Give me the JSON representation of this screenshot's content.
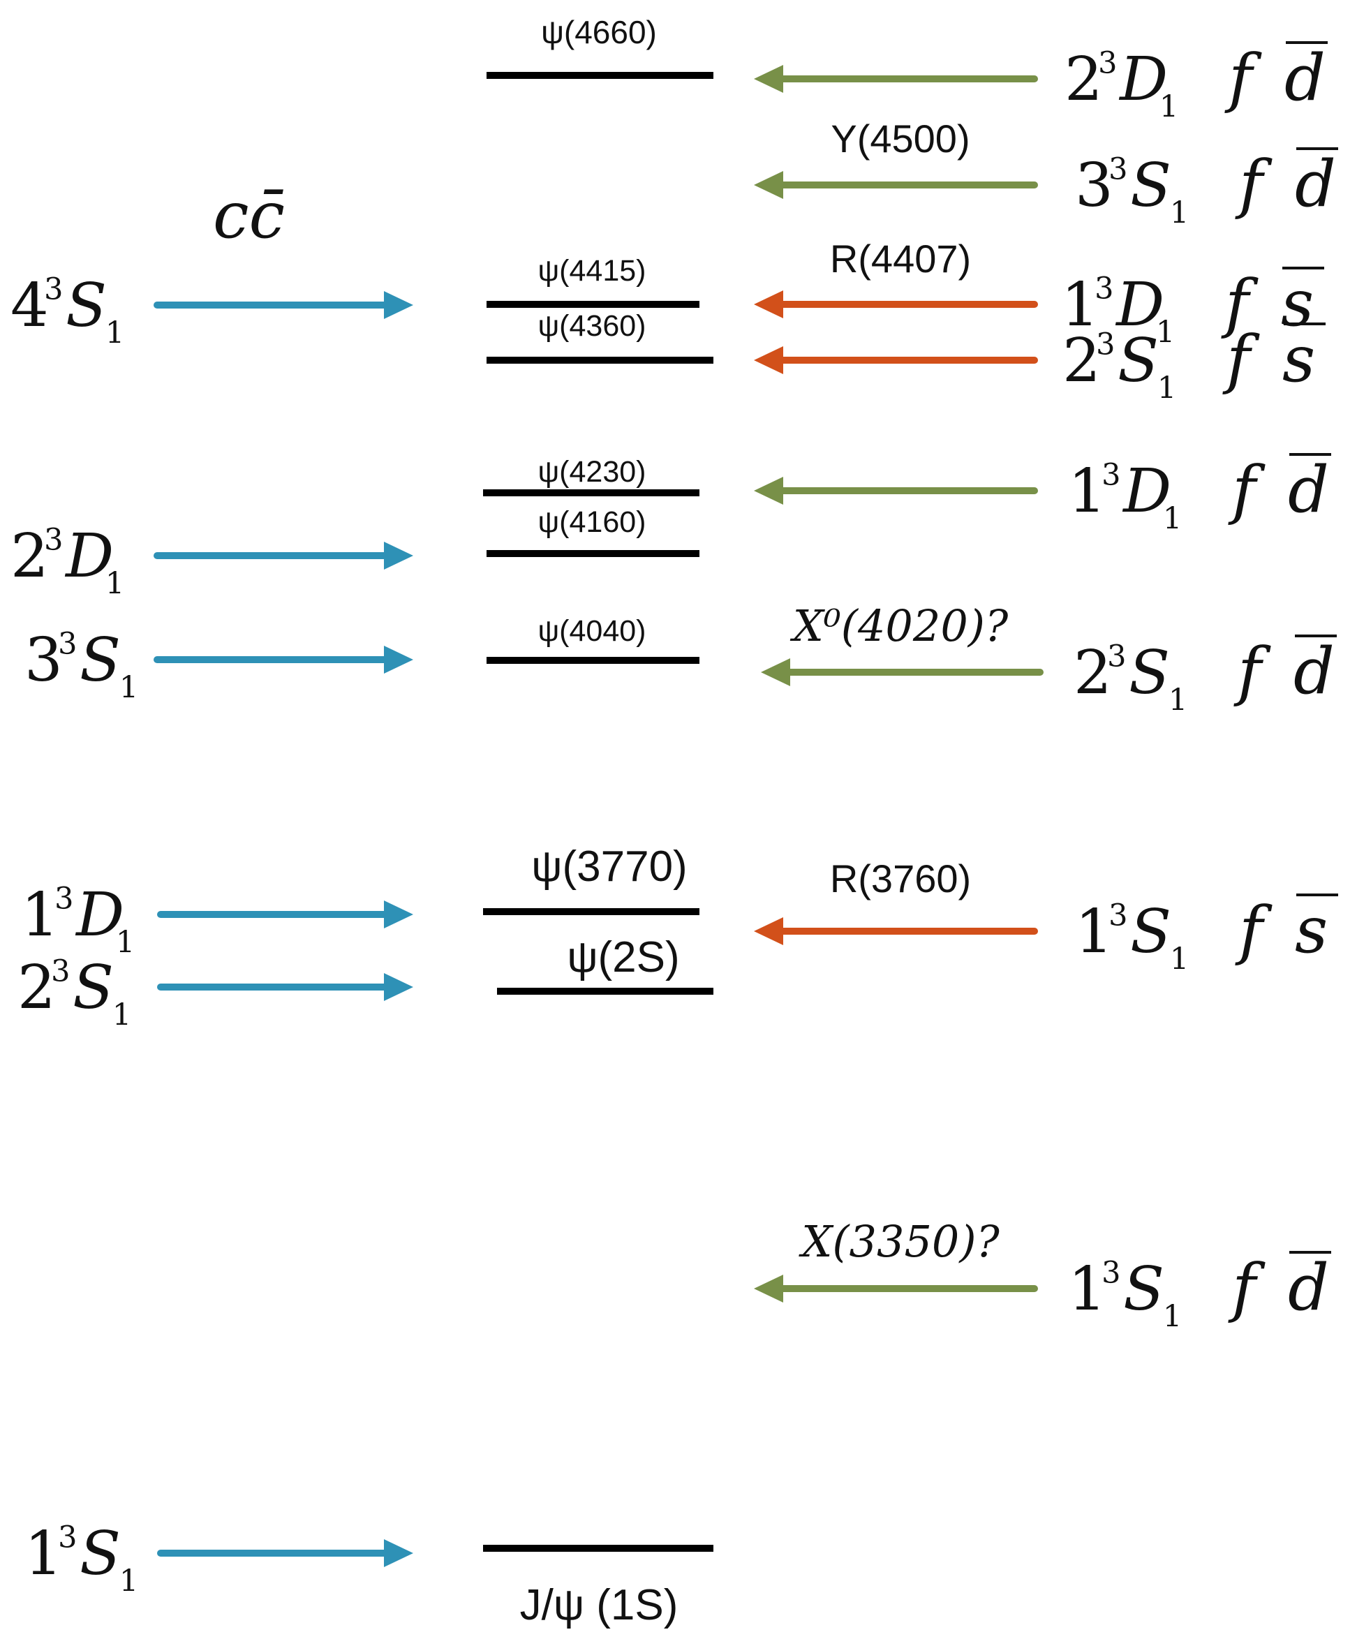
{
  "colors": {
    "cc_arrow": "#2e91b6",
    "fd_arrow": "#789048",
    "fs_arrow": "#d2501a",
    "level_line": "#000000"
  },
  "title": "cc̄",
  "cc_states": [
    {
      "n": "4",
      "sup": "3",
      "L": "S",
      "sub": "1"
    },
    {
      "n": "2",
      "sup": "3",
      "L": "D",
      "sub": "1"
    },
    {
      "n": "3",
      "sup": "3",
      "L": "S",
      "sub": "1"
    },
    {
      "n": "1",
      "sup": "3",
      "L": "D",
      "sub": "1"
    },
    {
      "n": "2",
      "sup": "3",
      "L": "S",
      "sub": "1"
    },
    {
      "n": "1",
      "sup": "3",
      "L": "S",
      "sub": "1"
    }
  ],
  "levels": [
    {
      "label": "ψ(4660)"
    },
    {
      "label": "ψ(4415)"
    },
    {
      "label": "ψ(4360)"
    },
    {
      "label": "ψ(4230)"
    },
    {
      "label": "ψ(4160)"
    },
    {
      "label": "ψ(4040)"
    },
    {
      "label": "ψ(3770)"
    },
    {
      "label": "ψ(2S)"
    },
    {
      "label": "J/ψ  (1S)"
    }
  ],
  "right_states": [
    {
      "n": "2",
      "sup": "3",
      "L": "D",
      "sub": "1",
      "f": "f",
      "q": "d",
      "arrow": "fd_arrow",
      "resonance": ""
    },
    {
      "n": "3",
      "sup": "3",
      "L": "S",
      "sub": "1",
      "f": "f",
      "q": "d",
      "arrow": "fd_arrow",
      "resonance": "Y(4500)"
    },
    {
      "n": "1",
      "sup": "3",
      "L": "D",
      "sub": "1",
      "f": "f",
      "q": "s",
      "arrow": "fs_arrow",
      "resonance": "R(4407)"
    },
    {
      "n": "2",
      "sup": "3",
      "L": "S",
      "sub": "1",
      "f": "f",
      "q": "s",
      "arrow": "fs_arrow",
      "resonance": ""
    },
    {
      "n": "1",
      "sup": "3",
      "L": "D",
      "sub": "1",
      "f": "f",
      "q": "d",
      "arrow": "fd_arrow",
      "resonance": ""
    },
    {
      "n": "2",
      "sup": "3",
      "L": "S",
      "sub": "1",
      "f": "f",
      "q": "d",
      "arrow": "fd_arrow",
      "resonance": "X⁰(4020)?"
    },
    {
      "n": "1",
      "sup": "3",
      "L": "S",
      "sub": "1",
      "f": "f",
      "q": "s",
      "arrow": "fs_arrow",
      "resonance": "R(3760)"
    },
    {
      "n": "1",
      "sup": "3",
      "L": "S",
      "sub": "1",
      "f": "f",
      "q": "d",
      "arrow": "fd_arrow",
      "resonance": "X(3350)?"
    }
  ]
}
